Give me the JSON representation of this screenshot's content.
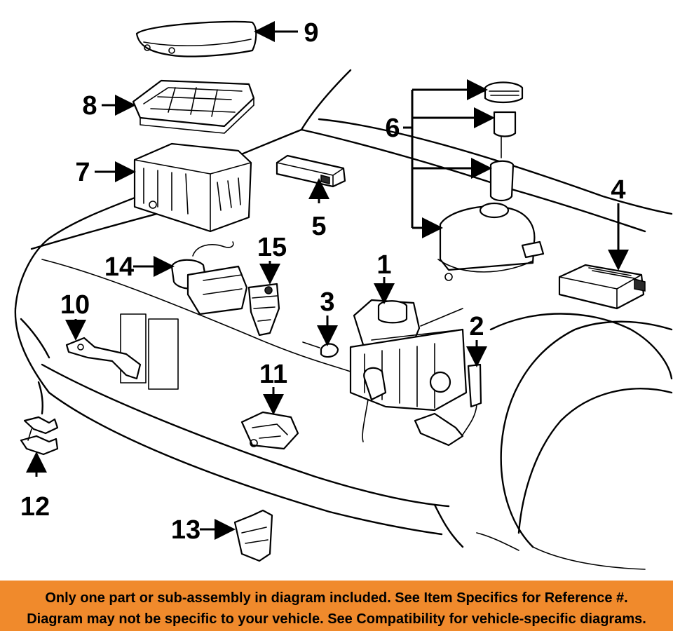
{
  "diagram": {
    "callouts": {
      "c1": "1",
      "c2": "2",
      "c3": "3",
      "c4": "4",
      "c5": "5",
      "c6": "6",
      "c7": "7",
      "c8": "8",
      "c9": "9",
      "c10": "10",
      "c11": "11",
      "c12": "12",
      "c13": "13",
      "c14": "14",
      "c15": "15"
    }
  },
  "banner": {
    "line1": "Only one part or sub-assembly in diagram included. See Item Specifics for Reference #.",
    "line2": "Diagram may not be specific to your vehicle. See Compatibility for vehicle-specific diagrams.",
    "background": "#f08a2c"
  }
}
